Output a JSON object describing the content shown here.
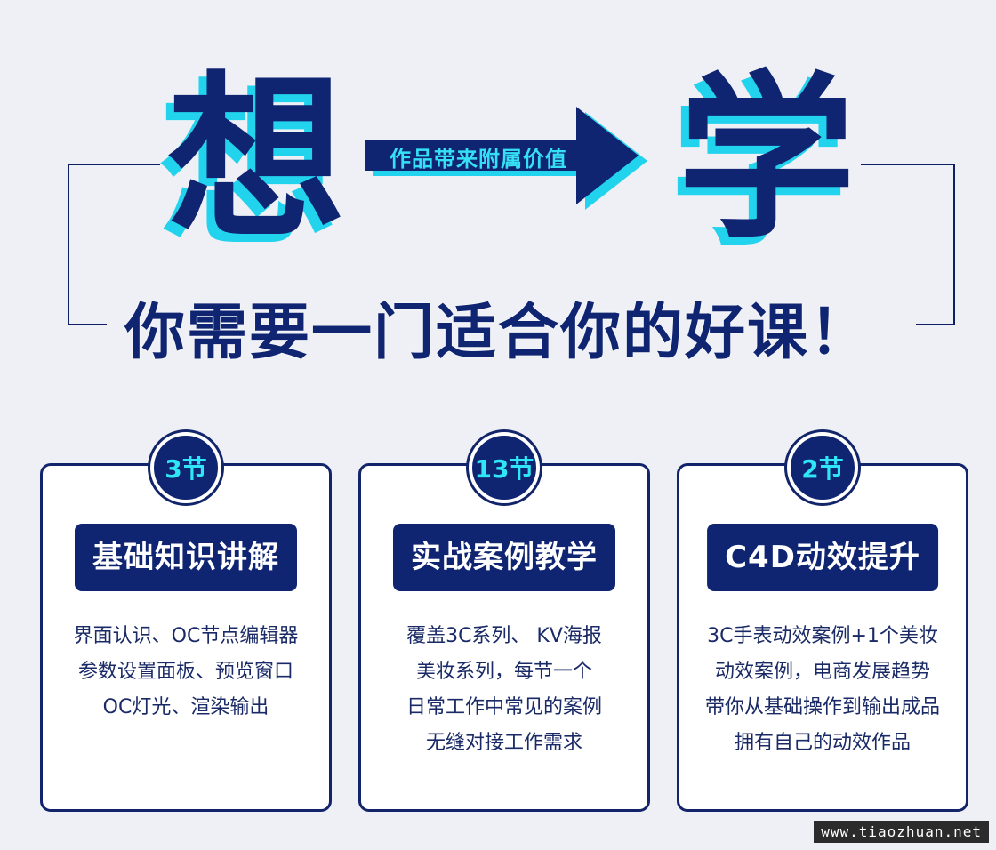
{
  "hero": {
    "left_char": "想",
    "right_char": "学",
    "arrow_text": "作品带来附属价值",
    "headline": "你需要一门适合你的好课！"
  },
  "cards": [
    {
      "badge": "3节",
      "title": "基础知识讲解",
      "lines": [
        "界面认识、OC节点编辑器",
        "参数设置面板、预览窗口",
        "OC灯光、渲染输出"
      ]
    },
    {
      "badge": "13节",
      "title": "实战案例教学",
      "lines": [
        "覆盖3C系列、 KV海报",
        "美妆系列，每节一个",
        "日常工作中常见的案例",
        "无缝对接工作需求"
      ]
    },
    {
      "badge": "2节",
      "title": "C4D动效提升",
      "lines": [
        "3C手表动效案例+1个美妆",
        "动效案例，电商发展趋势",
        "带你从基础操作到输出成品",
        "拥有自己的动效作品"
      ]
    }
  ],
  "watermark": "www.tiaozhuan.net",
  "colors": {
    "navy": "#102572",
    "cyan": "#22d3ee",
    "background": "#eef0f6"
  }
}
